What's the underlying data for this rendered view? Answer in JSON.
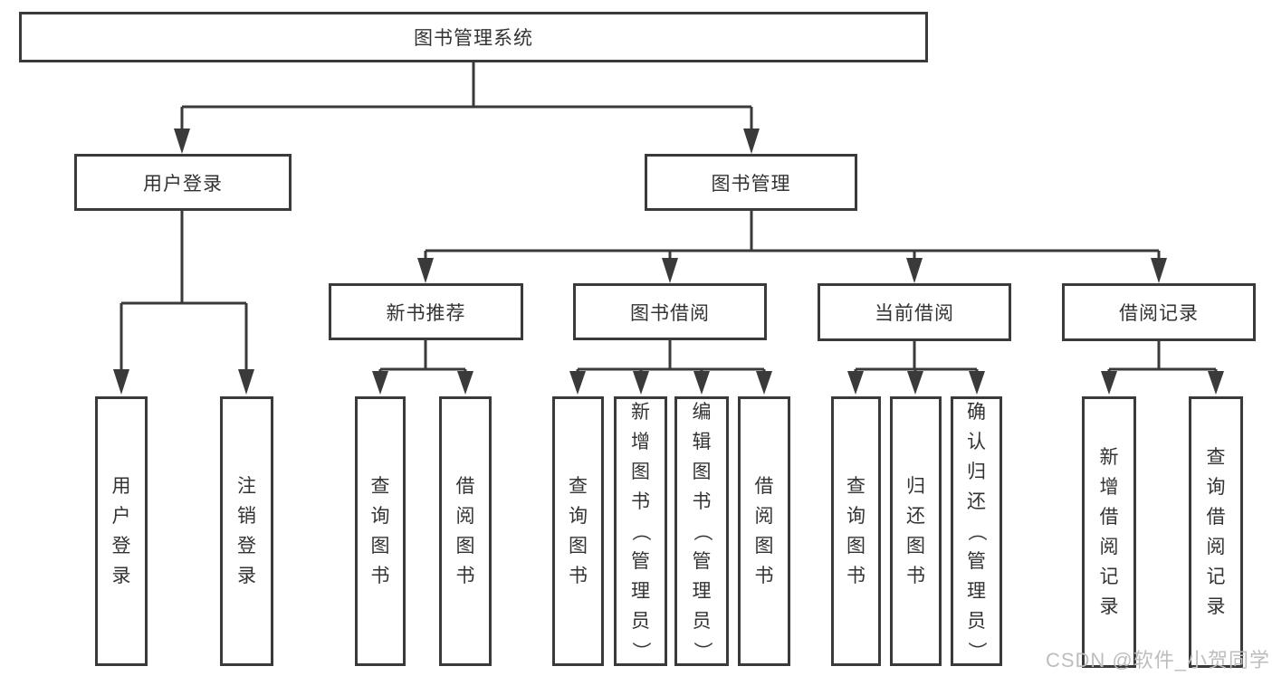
{
  "colors": {
    "line": "#3a3a3a",
    "text": "#333333",
    "background": "#ffffff",
    "watermark": "#bdbdbd"
  },
  "diagram": {
    "type": "tree",
    "title": "图书管理系统",
    "nodes": [
      {
        "id": "root",
        "label": "图书管理系统",
        "parent": null,
        "level": 1
      },
      {
        "id": "user-login",
        "label": "用户登录",
        "parent": "root",
        "level": 2
      },
      {
        "id": "book-mgmt",
        "label": "图书管理",
        "parent": "root",
        "level": 2
      },
      {
        "id": "new-book-rec",
        "label": "新书推荐",
        "parent": "book-mgmt",
        "level": 3
      },
      {
        "id": "book-borrow",
        "label": "图书借阅",
        "parent": "book-mgmt",
        "level": 3
      },
      {
        "id": "cur-borrow",
        "label": "当前借阅",
        "parent": "book-mgmt",
        "level": 3
      },
      {
        "id": "borrow-rec",
        "label": "借阅记录",
        "parent": "book-mgmt",
        "level": 3
      },
      {
        "id": "ul-login",
        "label": "用户登录",
        "parent": "user-login",
        "level": 4
      },
      {
        "id": "ul-logout",
        "label": "注销登录",
        "parent": "user-login",
        "level": 4
      },
      {
        "id": "nb-query",
        "label": "查询图书",
        "parent": "new-book-rec",
        "level": 4
      },
      {
        "id": "nb-borrow",
        "label": "借阅图书",
        "parent": "new-book-rec",
        "level": 4
      },
      {
        "id": "bb-query",
        "label": "查询图书",
        "parent": "book-borrow",
        "level": 4
      },
      {
        "id": "bb-add",
        "label": "新增图书（管理员）",
        "parent": "book-borrow",
        "level": 4
      },
      {
        "id": "bb-edit",
        "label": "编辑图书（管理员）",
        "parent": "book-borrow",
        "level": 4
      },
      {
        "id": "bb-borrow",
        "label": "借阅图书",
        "parent": "book-borrow",
        "level": 4
      },
      {
        "id": "cb-query",
        "label": "查询图书",
        "parent": "cur-borrow",
        "level": 4
      },
      {
        "id": "cb-return",
        "label": "归还图书",
        "parent": "cur-borrow",
        "level": 4
      },
      {
        "id": "cb-confirm",
        "label": "确认归还（管理员）",
        "parent": "cur-borrow",
        "level": 4
      },
      {
        "id": "br-add",
        "label": "新增借阅记录",
        "parent": "borrow-rec",
        "level": 4
      },
      {
        "id": "br-query",
        "label": "查询借阅记录",
        "parent": "borrow-rec",
        "level": 4
      }
    ]
  },
  "watermark": {
    "text": "CSDN @软件_小贺同学"
  }
}
